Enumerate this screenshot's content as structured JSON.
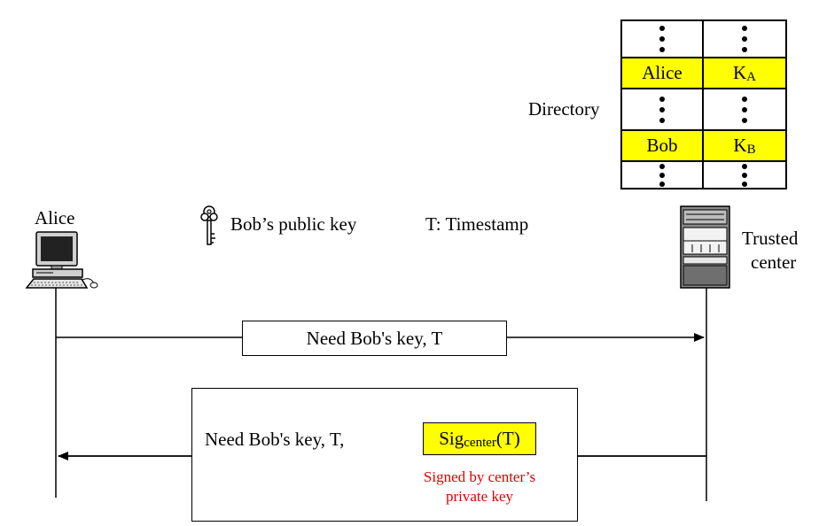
{
  "directory": {
    "label": "Directory",
    "rows": [
      {
        "name": "",
        "key_base": "",
        "key_sub": "",
        "highlight": false
      },
      {
        "name": "Alice",
        "key_base": "K",
        "key_sub": "A",
        "highlight": true
      },
      {
        "name": "",
        "key_base": "",
        "key_sub": "",
        "highlight": false
      },
      {
        "name": "Bob",
        "key_base": "K",
        "key_sub": "B",
        "highlight": true
      },
      {
        "name": "",
        "key_base": "",
        "key_sub": "",
        "highlight": false
      }
    ]
  },
  "legend": {
    "public_key": "Bob’s public key",
    "timestamp": "T: Timestamp"
  },
  "alice": {
    "label": "Alice"
  },
  "center": {
    "label_line1": "Trusted",
    "label_line2": "center"
  },
  "message1": {
    "text": "Need Bob's key, T"
  },
  "message2": {
    "text": "Need Bob's key, T,",
    "sig_base": "Sig",
    "sig_sub": "center",
    "sig_arg": " (T)",
    "note_line1": "Signed by center’s",
    "note_line2": "private key"
  },
  "colors": {
    "highlight": "#ffff00",
    "note": "#e00000"
  }
}
